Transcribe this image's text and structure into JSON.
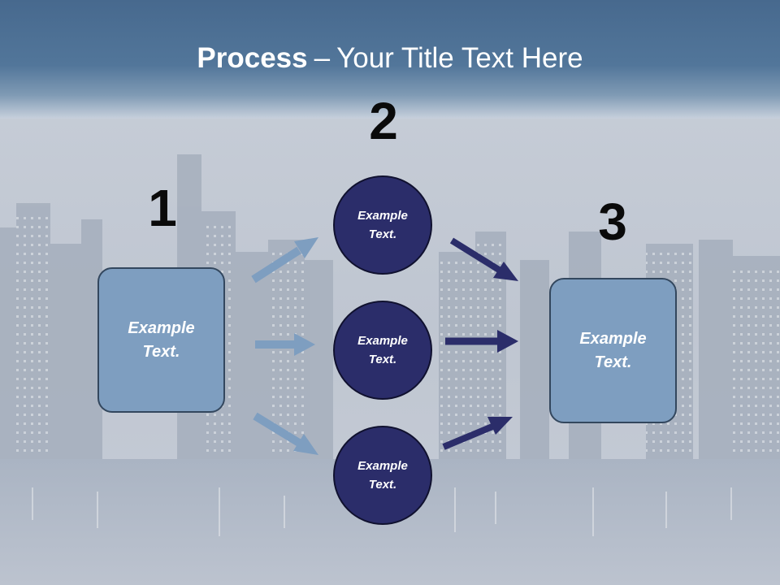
{
  "title": {
    "bold": "Process",
    "dash": "–",
    "rest": "Your Title Text Here"
  },
  "steps": [
    {
      "number": "1"
    },
    {
      "number": "2"
    },
    {
      "number": "3"
    }
  ],
  "boxes": [
    {
      "text": "Example\nText."
    },
    {
      "text": "Example\nText."
    }
  ],
  "circles": [
    {
      "text": "Example\nText."
    },
    {
      "text": "Example\nText."
    },
    {
      "text": "Example\nText."
    }
  ],
  "colors": {
    "title_band": "#4a6d92",
    "box_fill": "#7e9ec0",
    "circle_fill": "#2b2d6a",
    "light_arrow": "#7e9ec0",
    "dark_arrow": "#2b2d6a"
  }
}
